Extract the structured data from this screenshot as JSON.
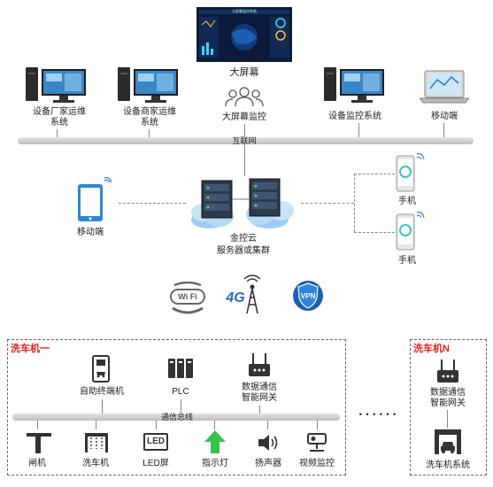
{
  "top": {
    "big_screen_label": "大屏幕",
    "big_screen_title": "大屏幕监控系统",
    "big_screen_monitor_label": "大屏幕监控",
    "vendor_ops_line1": "设备厂家运维",
    "vendor_ops_line2": "系统",
    "dealer_ops_line1": "设备商家运维",
    "dealer_ops_line2": "系统",
    "device_monitor": "设备监控系统",
    "mobile": "移动端"
  },
  "network": {
    "internet": "互联网",
    "bus": "通信总线"
  },
  "cloud": {
    "line1": "金控云",
    "line2": "服务器或集群",
    "mobile_left": "移动端",
    "phone1": "手机",
    "phone2": "手机"
  },
  "connectivity": {
    "wifi": "Wi Fi",
    "fourg": "4G",
    "vpn": "VPN"
  },
  "site1": {
    "title": "洗车机一",
    "terminal": "自助终端机",
    "plc": "PLC",
    "gateway_line1": "数据通信",
    "gateway_line2": "智能网关",
    "devices": [
      "闸机",
      "洗车机",
      "LED屏",
      "指示灯",
      "扬声器",
      "视频监控"
    ],
    "led_icon_text": "LED"
  },
  "siteN": {
    "title": "洗车机N",
    "gateway_line1": "数据通信",
    "gateway_line2": "智能网关",
    "system": "洗车机系统"
  },
  "ellipsis": "• • • • • •",
  "colors": {
    "accent_red": "#e0221b",
    "bar_gray": "#c8c8c8",
    "icon_dark": "#333333",
    "cloud_blue": "#3a8fd8",
    "green_arrow": "#37c24a"
  }
}
